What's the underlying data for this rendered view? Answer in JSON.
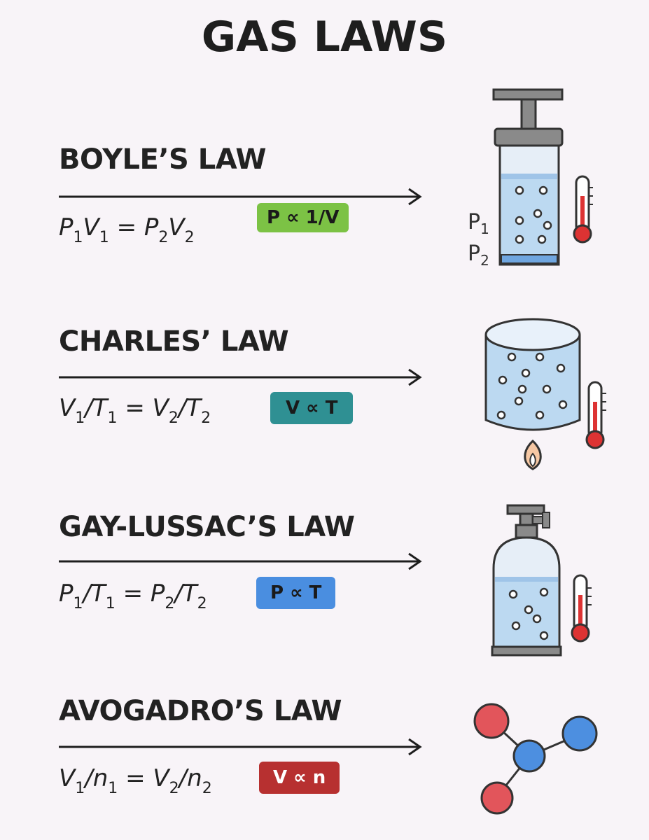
{
  "title": "GAS LAWS",
  "laws": [
    {
      "name": "BOYLE’S LAW",
      "eq": {
        "l1": "P",
        "l1s": "1",
        "l2": "V",
        "l2s": "1",
        "eqs": " = ",
        "r1": "P",
        "r1s": "2",
        "r2": "V",
        "r2s": "2"
      },
      "badge": "P ∝ 1/V",
      "color": "#7cc245",
      "text_color": "#1a1a1a"
    },
    {
      "name": "CHARLES’ LAW",
      "eq": {
        "l1": "V",
        "l1s": "1",
        "sep1": "/",
        "l2": "T",
        "l2s": "1",
        "eqs": " = ",
        "r1": "V",
        "r1s": "2",
        "sep2": "/",
        "r2": "T",
        "r2s": "2"
      },
      "badge": "V ∝ T",
      "color": "#2f9093",
      "text_color": "#1a1a1a"
    },
    {
      "name": "GAY-LUSSAC’S LAW",
      "eq": {
        "l1": "P",
        "l1s": "1",
        "sep1": "/",
        "l2": "T",
        "l2s": "1",
        "eqs": " = ",
        "r1": "P",
        "r1s": "2",
        "sep2": "/",
        "r2": "T",
        "r2s": "2"
      },
      "badge": "P ∝ T",
      "color": "#4a8ee0",
      "text_color": "#1a1a1a"
    },
    {
      "name": "AVOGADRO’S LAW",
      "eq": {
        "l1": "V",
        "l1s": "1",
        "sep1": "/",
        "l2": "n",
        "l2s": "1",
        "eqs": " = ",
        "r1": "V",
        "r1s": "2",
        "sep2": "/",
        "r2": "n",
        "r2s": "2"
      },
      "badge": "V ∝ n",
      "color": "#b73030",
      "text_color": "#ffffff"
    }
  ],
  "boyle_labels": {
    "p1": "P",
    "p1s": "1",
    "p2": "P",
    "p2s": "2"
  },
  "icons": [
    "syringe-piston-icon",
    "heated-cylinder-icon",
    "gas-tank-icon",
    "molecule-icon",
    "thermometer-icon",
    "flame-icon"
  ],
  "colors": {
    "liquid": "#bcd9f1",
    "liquid_dark": "#6fa6e0",
    "metal": "#8a8a8a",
    "red_atom": "#e2555b",
    "blue_atom": "#4d8fe0"
  }
}
